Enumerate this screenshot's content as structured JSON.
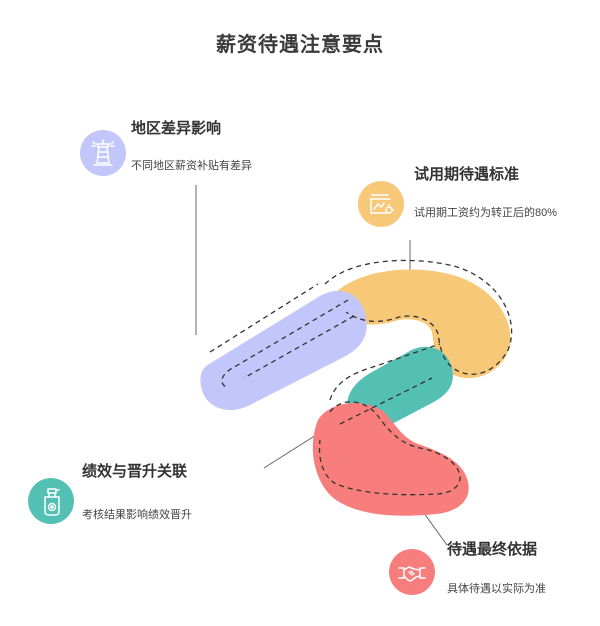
{
  "page": {
    "title": "薪资待遇注意要点"
  },
  "colors": {
    "purple": "#c3c6fb",
    "yellow": "#f7c878",
    "teal": "#54c0b3",
    "red": "#f87d7d",
    "line": "#666666",
    "dash": "#333333"
  },
  "items": [
    {
      "title": "地区差异影响",
      "desc": "不同地区薪资补贴有差异",
      "icon": "lighthouse-icon",
      "color": "#c3c6fb"
    },
    {
      "title": "试用期待遇标准",
      "desc": "试用期工资约为转正后的80%",
      "icon": "contract-icon",
      "color": "#f7c878"
    },
    {
      "title": "绩效与晋升关联",
      "desc": "考核结果影响绩效晋升",
      "icon": "spray-bottle-icon",
      "color": "#54c0b3"
    },
    {
      "title": "待遇最终依据",
      "desc": "具体待遇以实际为准",
      "icon": "handshake-icon",
      "color": "#f87d7d"
    }
  ]
}
